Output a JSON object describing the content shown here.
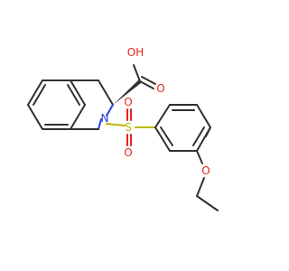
{
  "molecule": {
    "atoms": {
      "oh": "OH",
      "o_carbonyl": "O",
      "n": "N",
      "s": "S",
      "o_sulfonyl_top": "O",
      "o_sulfonyl_bottom": "O",
      "o_ether": "O"
    },
    "colors": {
      "bond": "#303030",
      "oxygen": "#e8231f",
      "nitrogen": "#2a44d6",
      "sulfur": "#b8b800"
    }
  }
}
